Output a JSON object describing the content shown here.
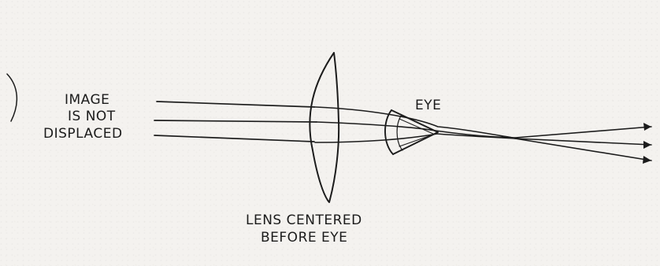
{
  "diagram": {
    "image_label_lines": [
      "IMAGE",
      "IS NOT",
      "DISPLACED"
    ],
    "eye_label": "EYE",
    "lens_label_lines": [
      "LENS CENTERED",
      "BEFORE EYE"
    ]
  },
  "colors": {
    "ink": "#1c1c1c",
    "paper": "#f4f2ef"
  }
}
